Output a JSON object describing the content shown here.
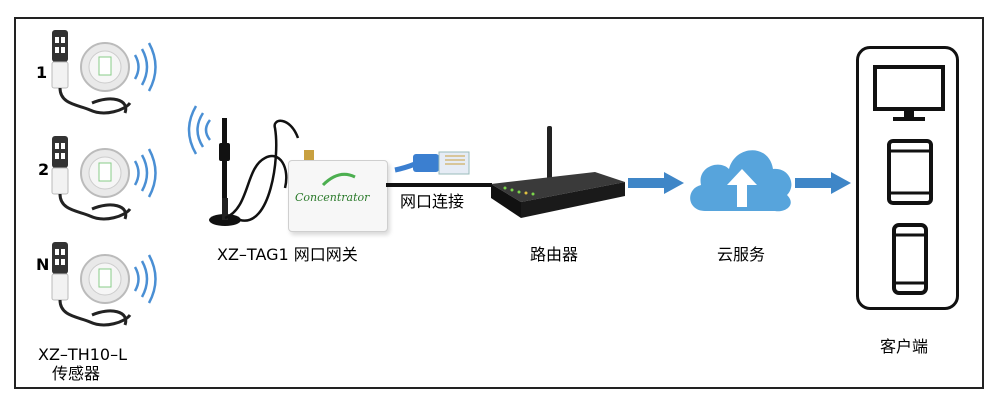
{
  "sensors": {
    "items": [
      {
        "index": "1"
      },
      {
        "index": "2"
      },
      {
        "index": "N"
      }
    ],
    "caption_line1": "XZ–TH10–L",
    "caption_line2": "传感器"
  },
  "gateway": {
    "device_text": "Concentrator",
    "label": "XZ–TAG1 网口网关"
  },
  "link": {
    "label": "网口连接"
  },
  "router": {
    "label": "路由器"
  },
  "cloud": {
    "label": "云服务"
  },
  "client": {
    "label": "客户端"
  },
  "colors": {
    "arrow": "#3f86c7",
    "cloud": "#57a4dc",
    "cable": "#3b7fd0",
    "wave": "#4a8fd4",
    "router": "#222222",
    "frame": "#222222"
  }
}
